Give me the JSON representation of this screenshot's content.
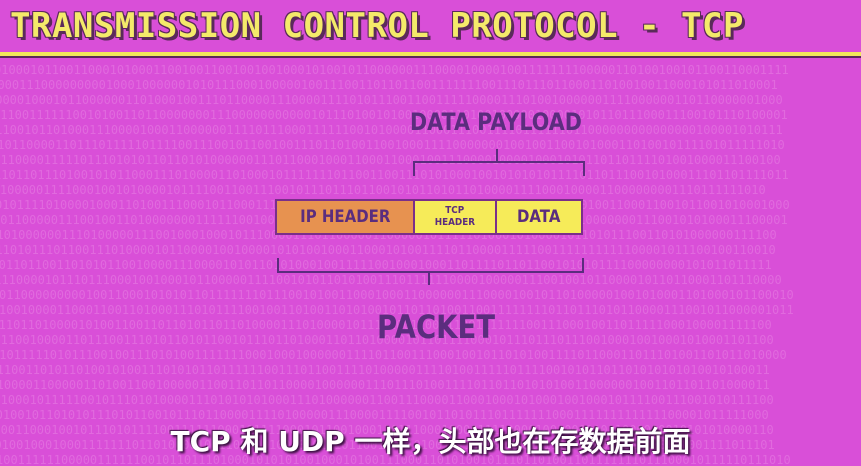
{
  "title": "TRANSMISSION CONTROL PROTOCOL - TCP",
  "diagram": {
    "payload_label": "DATA PAYLOAD",
    "packet_label": "PACKET",
    "segments": {
      "ip_header": "IP HEADER",
      "tcp_header_line1": "TCP",
      "tcp_header_line2": "HEADER",
      "data": "DATA"
    }
  },
  "subtitle": "TCP 和 UDP 一样，头部也在存数据前面",
  "colors": {
    "background": "#d94fd8",
    "title_text": "#f4ea6a",
    "label_text": "#5b2d7e",
    "ip_segment": "#e79250",
    "tcp_data_segment": "#f6eb59"
  }
}
